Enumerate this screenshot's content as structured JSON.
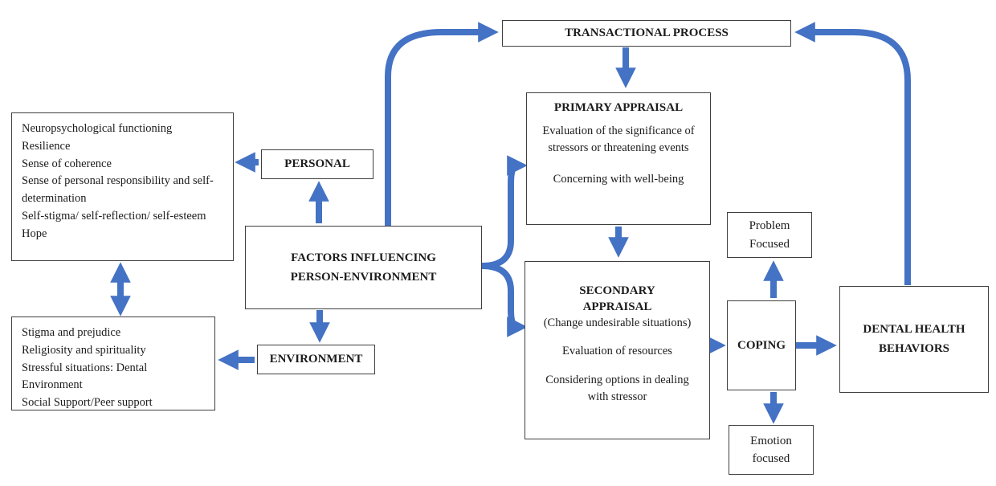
{
  "arrow_color": "#4472C4",
  "boxes": {
    "transactional": {
      "title": "TRANSACTIONAL PROCESS"
    },
    "personal_factors": {
      "text": "Neuropsychological functioning\nResilience\nSense of coherence\nSense of personal responsibility and self-determination\nSelf-stigma/ self-reflection/ self-esteem\nHope"
    },
    "personal": {
      "title": "PERSONAL"
    },
    "factors": {
      "title": "FACTORS INFLUENCING\nPERSON-ENVIRONMENT"
    },
    "environment": {
      "title": "ENVIRONMENT"
    },
    "environment_factors": {
      "text": "Stigma and prejudice\nReligiosity and spirituality\nStressful situations: Dental Environment\nSocial Support/Peer support"
    },
    "primary": {
      "title": "PRIMARY APPRAISAL",
      "body1": "Evaluation of the significance of stressors or threatening events",
      "body2": "Concerning with well-being"
    },
    "secondary": {
      "title": "SECONDARY\nAPPRAISAL",
      "subtitle": "(Change undesirable situations)",
      "body1": "Evaluation of resources",
      "body2": "Considering options in dealing with stressor"
    },
    "coping": {
      "title": "COPING"
    },
    "problem": {
      "title": "Problem\nFocused"
    },
    "emotion": {
      "title": "Emotion\nfocused"
    },
    "dental": {
      "title": "DENTAL HEALTH\nBEHAVIORS"
    }
  }
}
